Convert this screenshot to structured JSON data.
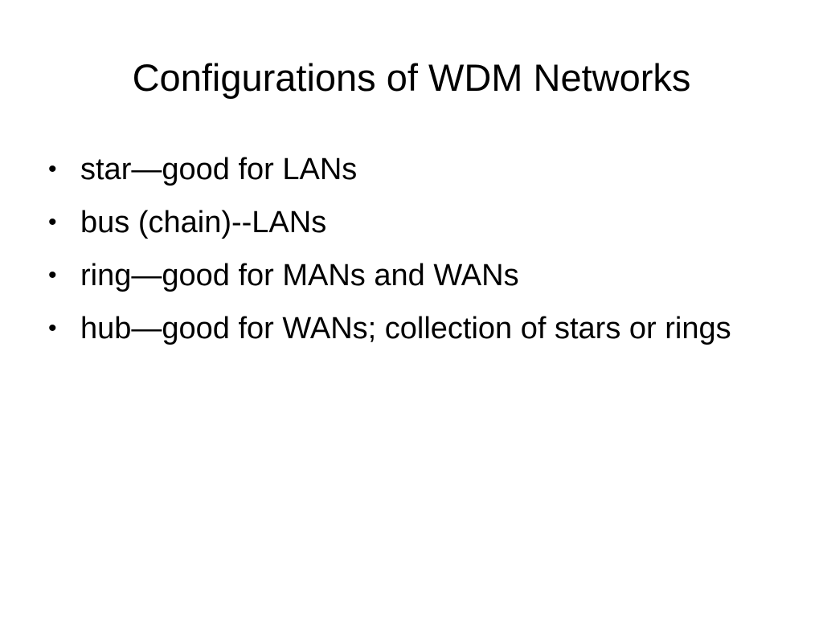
{
  "slide": {
    "title": "Configurations of WDM Networks",
    "bullet_symbol": "•",
    "bullets": [
      {
        "text": "star—good for LANs"
      },
      {
        "text": "bus (chain)--LANs"
      },
      {
        "text": "ring—good for MANs and WANs"
      },
      {
        "text": "hub—good for WANs; collection of stars or rings"
      }
    ]
  }
}
